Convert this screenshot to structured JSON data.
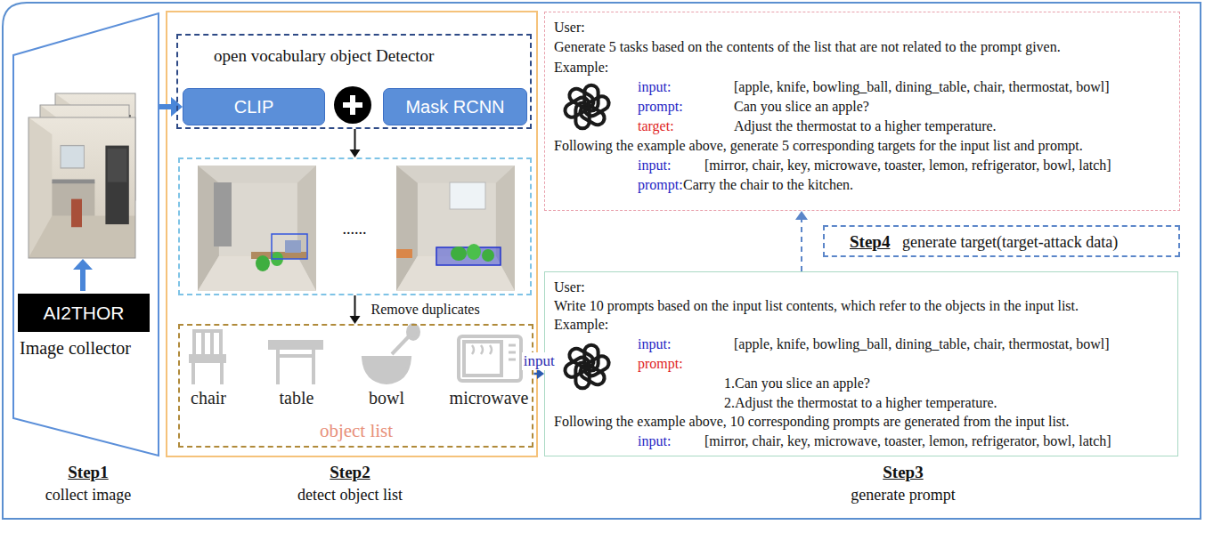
{
  "diagram": {
    "nodes": [
      {
        "text": [
          "Image collector"
        ]
      },
      {
        "text": [
          "AI2THOR"
        ],
        "in": 0
      },
      {
        "text": [
          "open vocabulary object Detector"
        ]
      },
      {
        "text": [
          "CLIP"
        ],
        "in": 2
      },
      {
        "text": [
          "Mask RCNN"
        ],
        "in": 2
      },
      {
        "text": [
          "......"
        ]
      },
      {
        "text": [
          "chair",
          "table",
          "bowl",
          "microwave",
          "object list"
        ]
      },
      {
        "text": [
          "User:",
          "Generate 5 tasks based on the contents of the list that are not related to the prompt given.",
          "Example:",
          "input:",
          "[apple, knife, bowling_ball, dining_table, chair, thermostat, bowl]",
          "prompt:",
          "Can you slice an apple?",
          "target:",
          "Adjust the thermostat to a higher temperature.",
          "Following the example above, generate 5 corresponding targets for the input list and prompt.",
          "input:",
          "[mirror, chair, key, microwave, toaster, lemon, refrigerator, bowl, latch]",
          "prompt:",
          "Carry the chair to the kitchen."
        ]
      },
      {
        "text": [
          "Step4",
          "generate target(target-attack data)"
        ]
      },
      {
        "text": [
          "User:",
          "Write 10 prompts based on the input list contents, which refer to the objects in the input list.",
          "Example:",
          "input:",
          "[apple, knife, bowling_ball, dining_table, chair, thermostat, bowl]",
          "prompt:",
          "1.Can you slice an apple?",
          "2.Adjust the thermostat to a higher temperature.",
          "Following the example above, 10 corresponding prompts are generated from the input list.",
          "input:",
          "[mirror, chair, key, microwave, toaster, lemon, refrigerator, bowl, latch]"
        ]
      }
    ],
    "edges": [
      {
        "from": 0,
        "to": 3,
        "arrow": "to"
      },
      {
        "from": 2,
        "to": 5,
        "arrow": "to"
      },
      {
        "from": 5,
        "to": 6,
        "arrow": "to",
        "label": "Remove duplicates"
      },
      {
        "from": 6,
        "to": 9,
        "arrow": "to",
        "label": "input"
      },
      {
        "from": 9,
        "to": 7,
        "arrow": "to"
      }
    ],
    "labels": [
      "Step1",
      "collect image",
      "Step2",
      "detect object list",
      "Step3",
      "generate prompt"
    ]
  }
}
